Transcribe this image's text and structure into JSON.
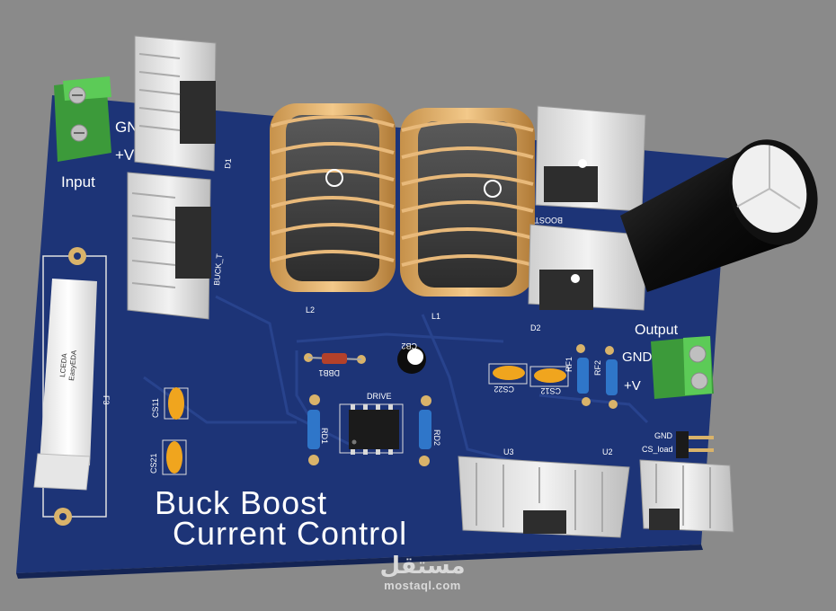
{
  "board": {
    "title_line1": "Buck Boost",
    "title_line2": "Current Control",
    "labels": {
      "input": "Input",
      "output": "Output",
      "gnd_in": "GND",
      "vplus_in": "+V",
      "gnd_out": "GND",
      "vplus_out": "+V",
      "d1": "D1",
      "buck_t": "BUCK_T",
      "boost": "BOOST",
      "l2": "L2",
      "l1": "L1",
      "d2": "D2",
      "dbb1": "DBB1",
      "cb2": "CB2",
      "drive": "DRIVE",
      "rd1": "RD1",
      "rd2": "RD2",
      "f3": "F3",
      "cs11": "CS11",
      "cs21": "CS21",
      "cs22": "CS22",
      "cs12": "CS12",
      "rf1": "RF1",
      "rf2": "RF2",
      "u3": "U3",
      "u2": "U2",
      "gnd_j": "GND",
      "cs_load": "CS_load",
      "fuse_brand1": "LCEDA",
      "fuse_brand2": "EasyEDA"
    },
    "colors": {
      "pcb": "#1d3477",
      "copper_pad": "#d9b36a",
      "terminal": "#4cb84a",
      "heatsink": "#e6e6e6",
      "capacitor": "#1a1a1a"
    }
  },
  "watermark": {
    "arabic": "مستقل",
    "site": "mostaql.com"
  }
}
